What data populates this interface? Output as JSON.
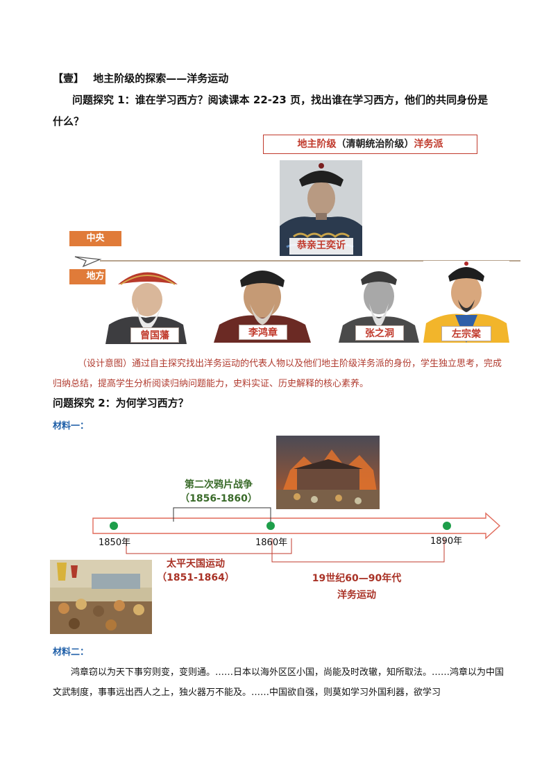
{
  "section": {
    "marker": "【壹】",
    "title": "地主阶级的探索——洋务运动"
  },
  "q1": {
    "line1": "问题探究 1：谁在学习西方？阅读课本 22-23 页，找出谁在学习西方，他们的共同身份是",
    "line2": "什么？"
  },
  "answer": {
    "part1": "地主阶级",
    "part2": "（清朝统治阶级）",
    "part3": "洋务派"
  },
  "tiers": {
    "central": "中央",
    "local": "地方"
  },
  "figures": {
    "central_name": "恭亲王奕䜣",
    "local": [
      "曾国藩",
      "李鸿章",
      "张之洞",
      "左宗棠"
    ]
  },
  "design_note": "（设计意图）通过自主探究找出洋务运动的代表人物以及他们地主阶级洋务派的身份，学生独立思考，完成归纳总结，提高学生分析阅读归纳问题能力，史料实证、历史解释的核心素养。",
  "q2": "问题探究 2：为何学习西方？",
  "material1": "材料一：",
  "timeline": {
    "points": [
      "1850年",
      "1860年",
      "1890年"
    ],
    "war_name": "第二次鸦片战争",
    "war_years": "（1856-1860）",
    "taiping_name": "太平天国运动",
    "taiping_years": "（1851-1864）",
    "movement_years": "19世纪60—90年代",
    "movement_name": "洋务运动"
  },
  "material2": "材料二：",
  "quote": "鸿章窃以为天下事穷则变，变则通。……日本以海外区区小国，尚能及时改辙，知所取法。……鸿章以为中国文武制度，事事远出西人之上，独火器万不能及。……中国欲自强，则莫如学习外国利器，欲学习",
  "colors": {
    "accent_red": "#c0392b",
    "tag_orange": "#e07b39",
    "timeline_green": "#1e9e4a",
    "material_blue": "#1f5fa8"
  }
}
